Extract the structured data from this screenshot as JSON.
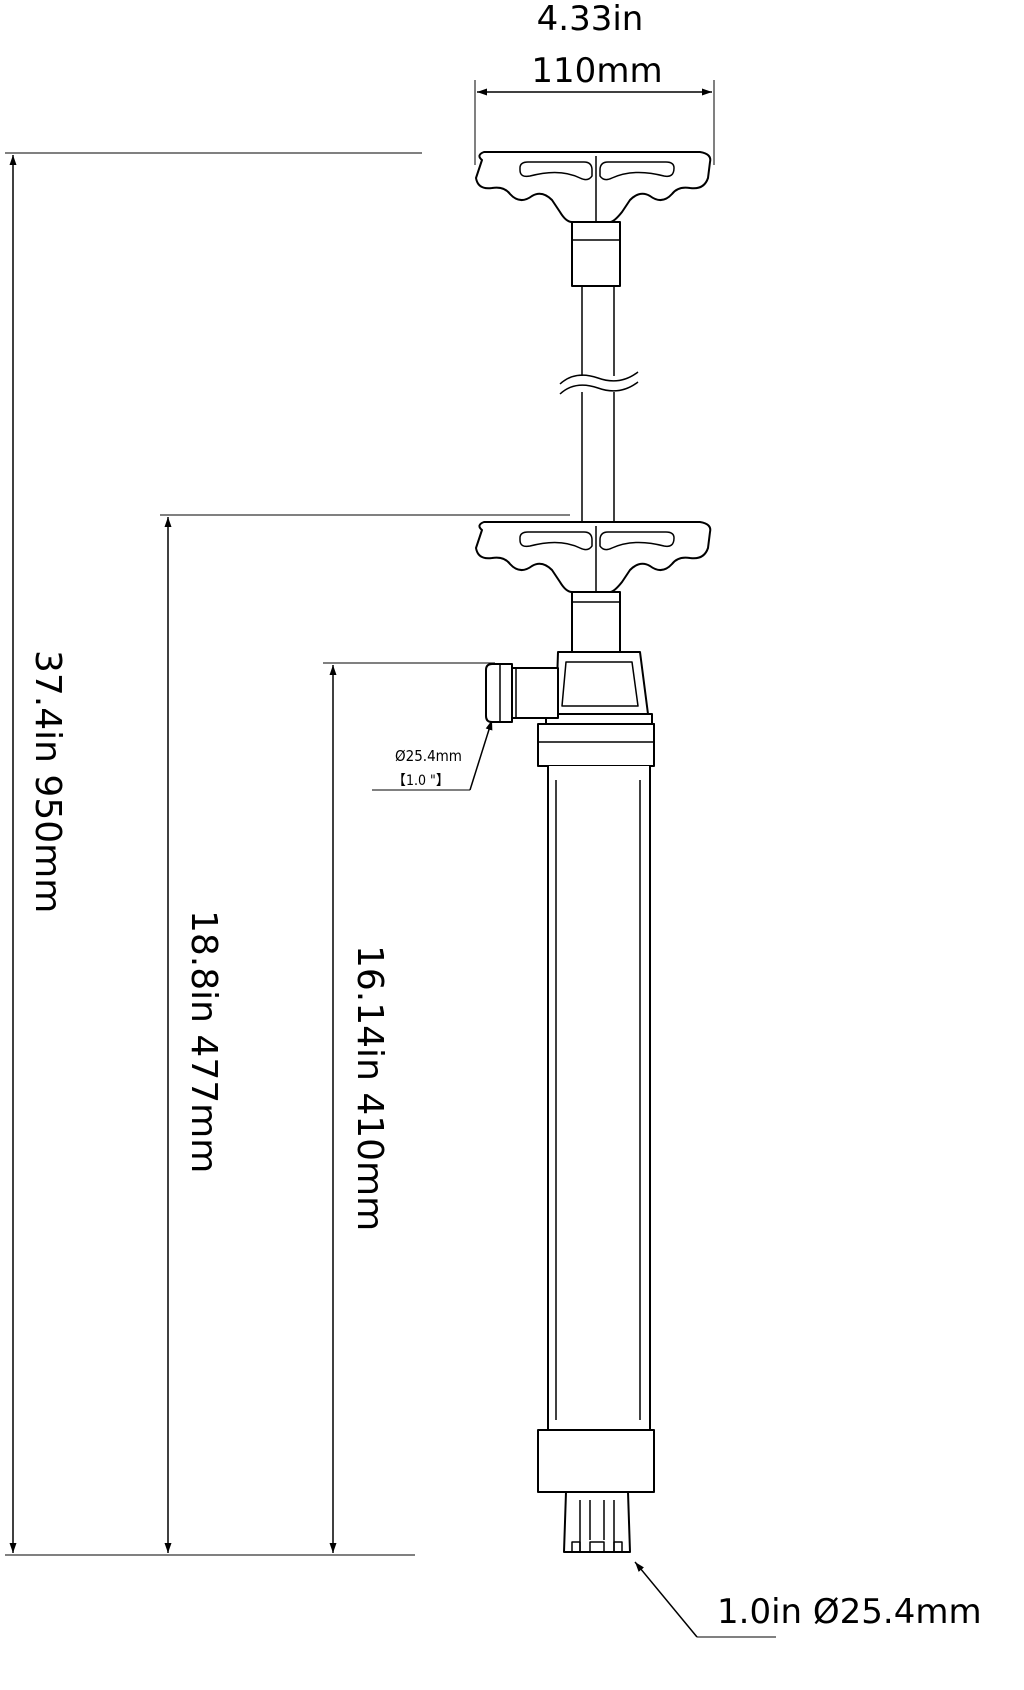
{
  "dimensions": {
    "handle_width_in": "4.33in",
    "handle_width_mm": "110mm",
    "overall_length": "37.4in 950mm",
    "body_length": "18.8in 477mm",
    "outlet_height": "16.14in 410mm",
    "outlet_diameter_mm": "Ø25.4mm",
    "outlet_diameter_in": "【1.0 \"】",
    "inlet_diameter": "1.0in  Ø25.4mm"
  },
  "colors": {
    "line": "#000000",
    "background": "#ffffff"
  }
}
